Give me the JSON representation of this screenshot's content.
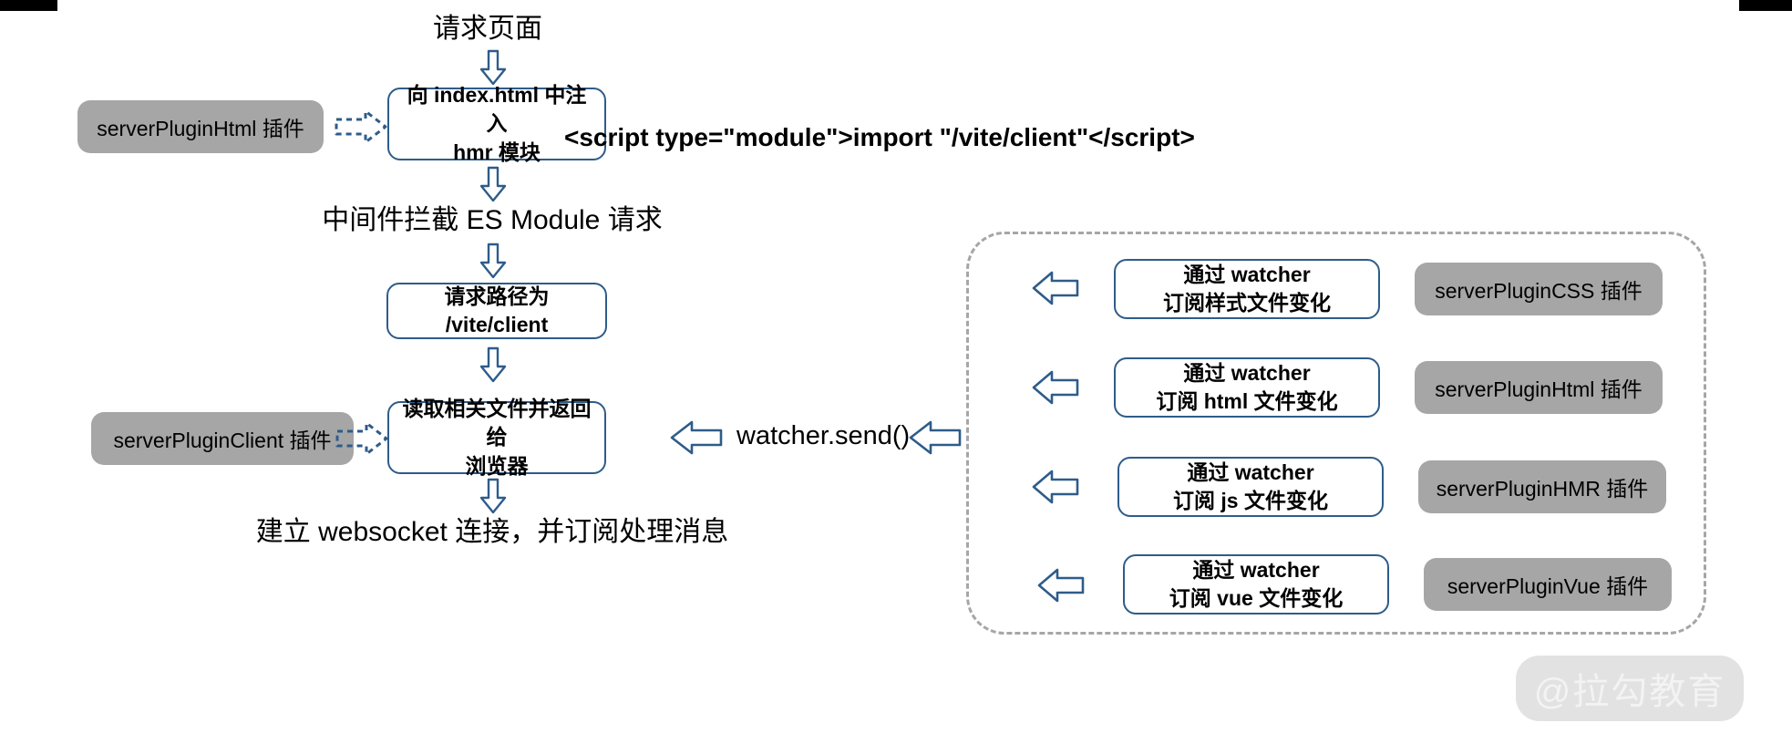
{
  "diagram": {
    "title_flow": [
      {
        "id": "request-page",
        "text": "请求页面"
      },
      {
        "id": "middleware-intercept",
        "text": "中间件拦截 ES Module 请求"
      },
      {
        "id": "websocket-connect",
        "text": "建立 websocket 连接，并订阅处理消息"
      }
    ],
    "inject_box": {
      "line1": "向 index.html 中注入",
      "line2": "hmr 模块"
    },
    "code_snippet": "<script type=\"module\">import \"/vite/client\"</script>",
    "path_box": "请求路径为 /vite/client",
    "read_box": {
      "line1": "读取相关文件并返回给",
      "line2": "浏览器"
    },
    "left_plugins": [
      {
        "id": "serverPluginHtml",
        "label": "serverPluginHtml 插件"
      },
      {
        "id": "serverPluginClient",
        "label": "serverPluginClient 插件"
      }
    ],
    "send_label": "watcher.send()",
    "watcher_rows": [
      {
        "id": "css",
        "box_line1": "通过 watcher",
        "box_line2": "订阅样式文件变化",
        "plugin": "serverPluginCSS 插件"
      },
      {
        "id": "html",
        "box_line1": "通过 watcher",
        "box_line2": "订阅 html 文件变化",
        "plugin": "serverPluginHtml 插件"
      },
      {
        "id": "js",
        "box_line1": "通过 watcher",
        "box_line2": "订阅 js 文件变化",
        "plugin": "serverPluginHMR 插件"
      },
      {
        "id": "vue",
        "box_line1": "通过 watcher",
        "box_line2": "订阅 vue 文件变化",
        "plugin": "serverPluginVue 插件"
      }
    ],
    "watermark": "@拉勾教育",
    "colors": {
      "box_border": "#2E5C8A",
      "pill_fill": "#A6A6A6",
      "arrow_stroke": "#2E5C8A",
      "group_border": "#A6A6A6",
      "watermark_bg": "#E0E0E0",
      "watermark_text": "#F2F2F2",
      "background": "#FFFFFF"
    }
  }
}
